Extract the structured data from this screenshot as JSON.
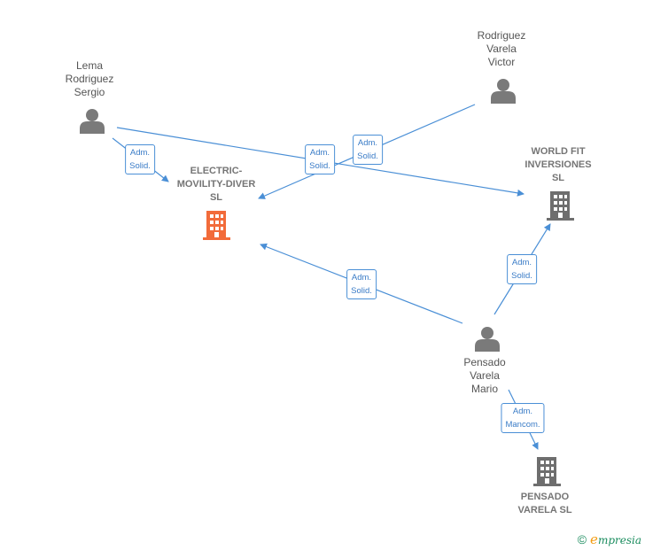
{
  "nodes": {
    "lema": {
      "lines": [
        "Lema",
        "Rodriguez",
        "Sergio"
      ],
      "type": "person"
    },
    "rodriguez": {
      "lines": [
        "Rodriguez",
        "Varela",
        "Victor"
      ],
      "type": "person"
    },
    "pensado_mario": {
      "lines": [
        "Pensado",
        "Varela",
        "Mario"
      ],
      "type": "person"
    },
    "electric": {
      "lines": [
        "ELECTRIC-",
        "MOVILITY-DIVER",
        "SL"
      ],
      "type": "company-main"
    },
    "worldfit": {
      "lines": [
        "WORLD FIT",
        "INVERSIONES",
        "SL"
      ],
      "type": "company"
    },
    "pensado_sl": {
      "lines": [
        "PENSADO",
        "VARELA SL"
      ],
      "type": "company"
    }
  },
  "edges": [
    {
      "from": "Lema Rodriguez Sergio",
      "to": "ELECTRIC-MOVILITY-DIVER SL",
      "label": [
        "Adm.",
        "Solid."
      ]
    },
    {
      "from": "Lema Rodriguez Sergio",
      "to": "WORLD FIT INVERSIONES SL",
      "label": [
        "Adm.",
        "Solid."
      ]
    },
    {
      "from": "Rodriguez Varela Victor",
      "to": "ELECTRIC-MOVILITY-DIVER SL",
      "label": [
        "Adm.",
        "Solid."
      ]
    },
    {
      "from": "Pensado Varela Mario",
      "to": "ELECTRIC-MOVILITY-DIVER SL",
      "label": [
        "Adm.",
        "Solid."
      ]
    },
    {
      "from": "Pensado Varela Mario",
      "to": "WORLD FIT INVERSIONES SL",
      "label": [
        "Adm.",
        "Solid."
      ]
    },
    {
      "from": "Pensado Varela Mario",
      "to": "PENSADO VARELA SL",
      "label": [
        "Adm.",
        "Mancom."
      ]
    }
  ],
  "footer": {
    "copyright": "©",
    "brand_first": "e",
    "brand_rest": "mpresia"
  },
  "colors": {
    "edge": "#4a8fd6",
    "person_icon": "#7a7a7a",
    "company_icon": "#6e6e6e",
    "main_company_icon": "#f26b3a"
  }
}
